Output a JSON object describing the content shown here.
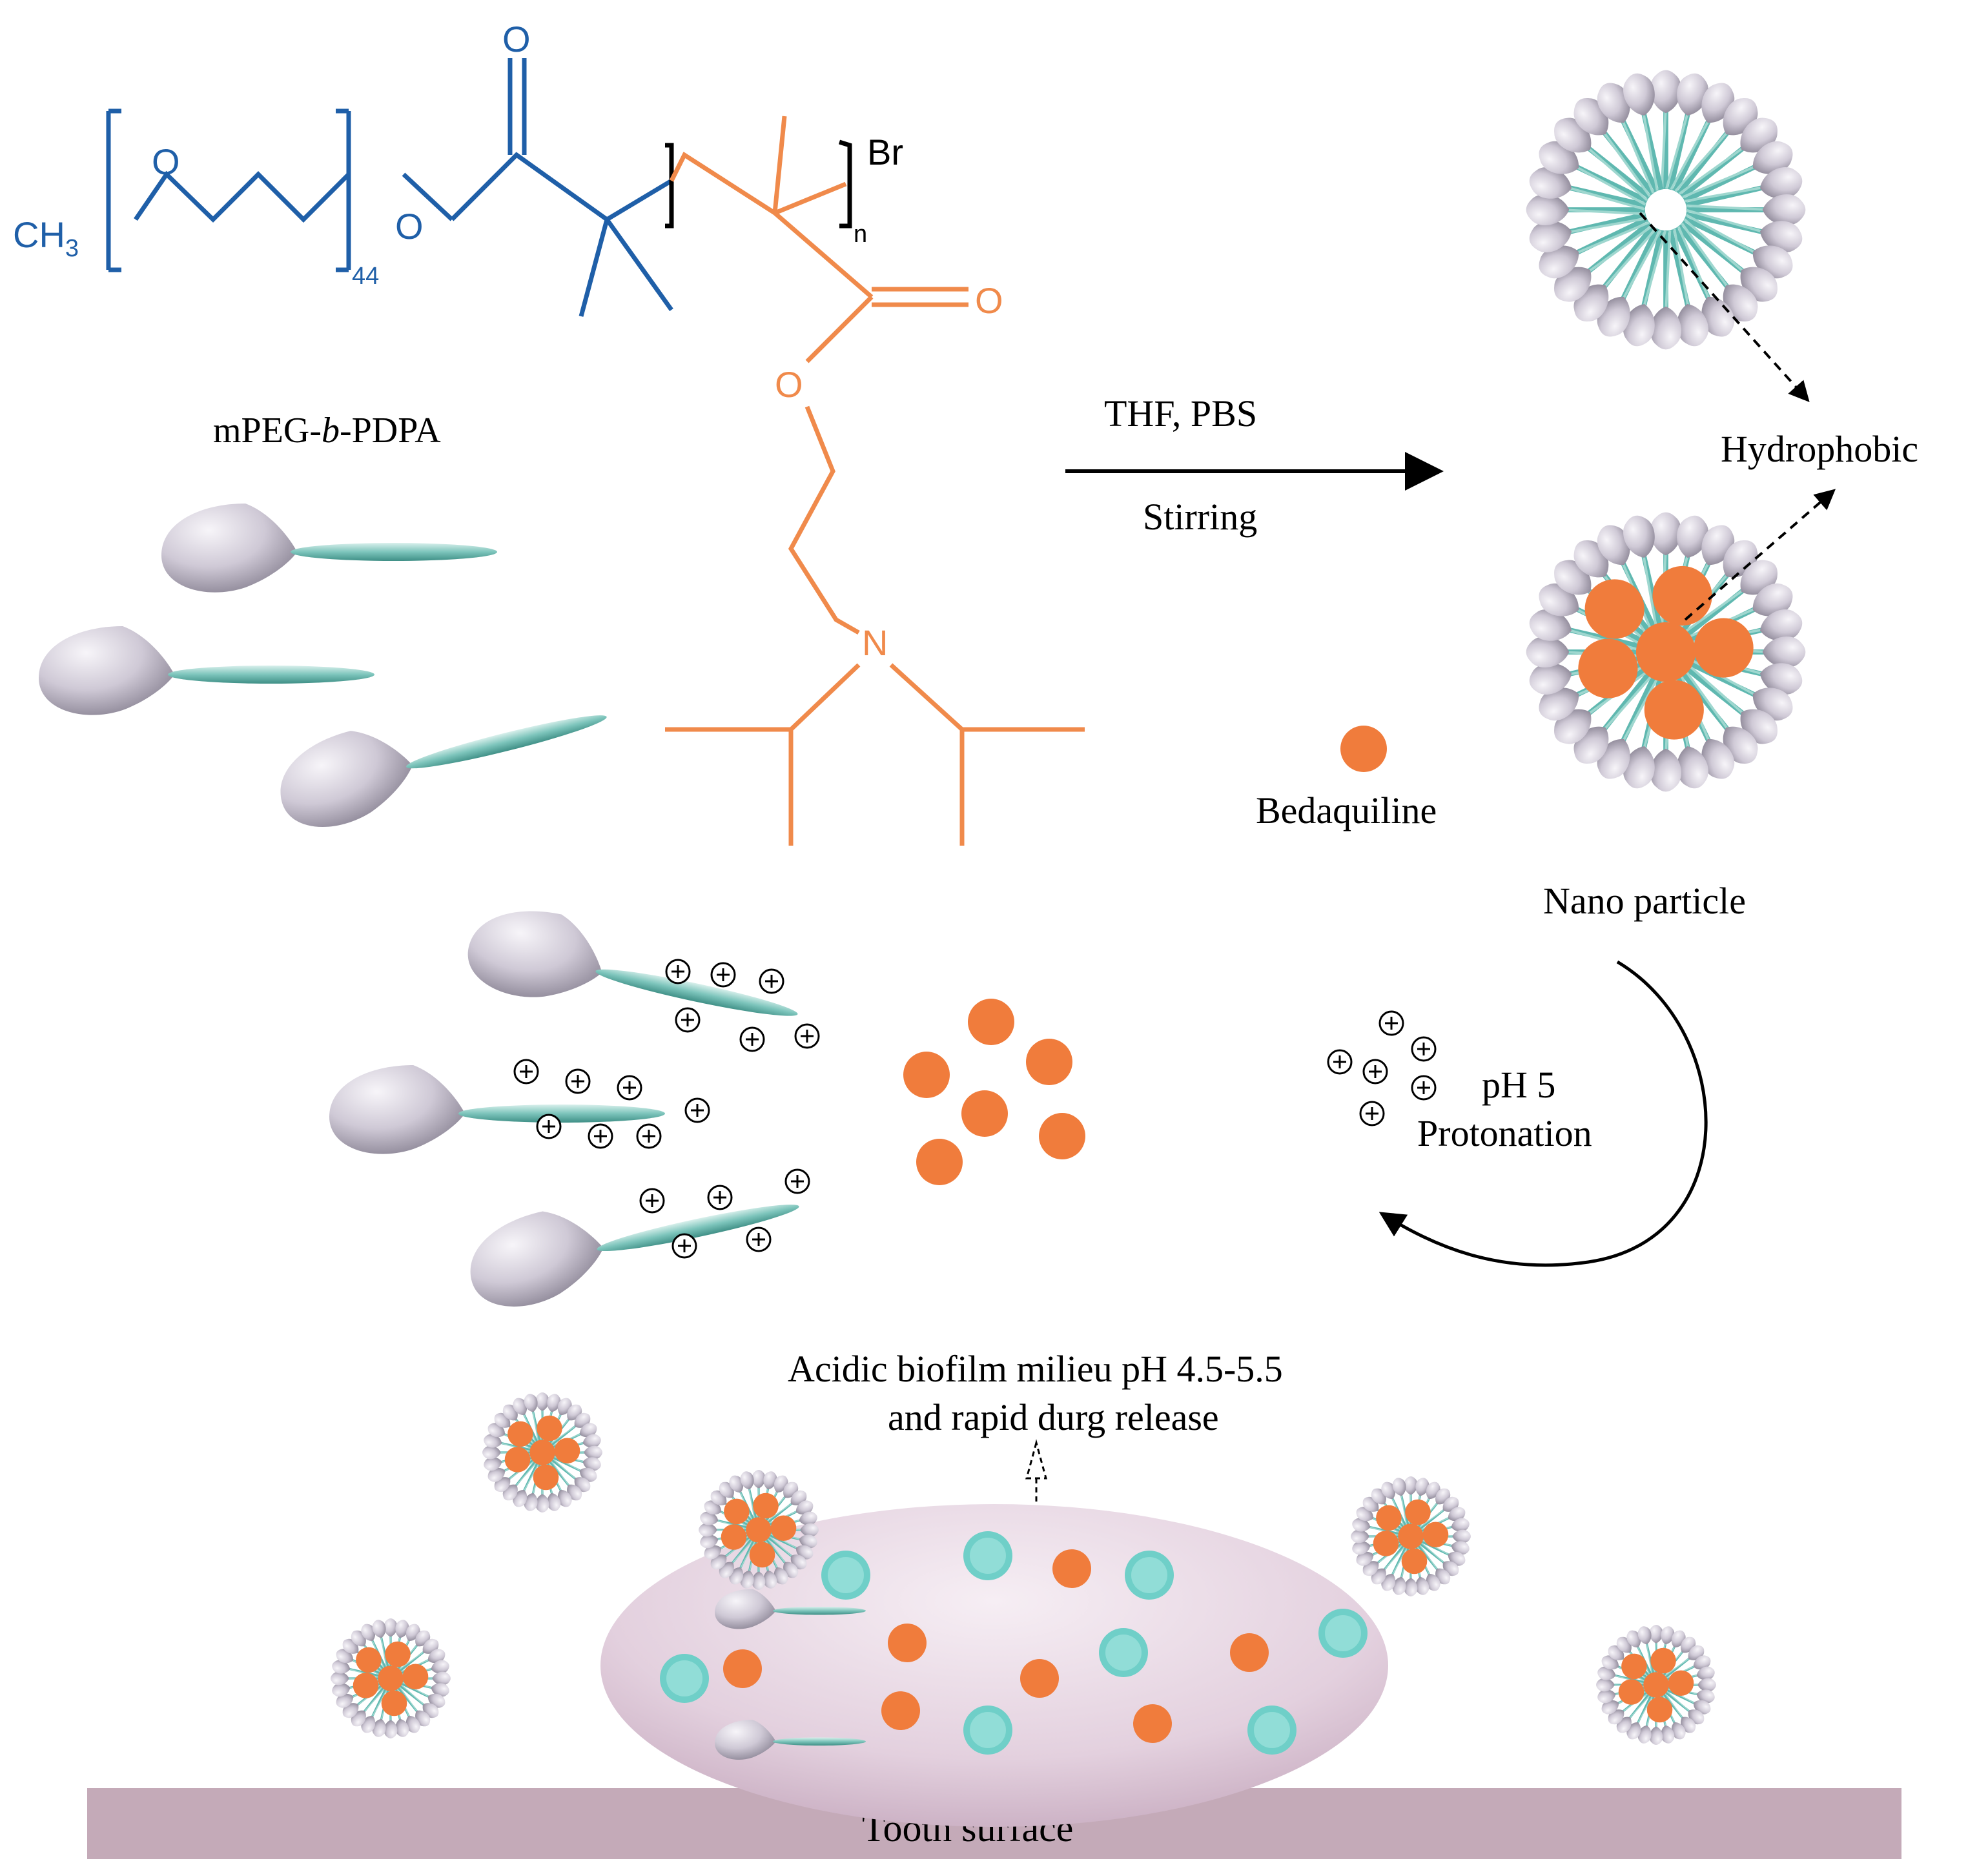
{
  "chem": {
    "o_top": "O",
    "o_ring": "O",
    "o_ester": "O",
    "ch3": "CH",
    "ch3_sub": "3",
    "sub_44": "44",
    "br": "Br",
    "sub_n": "n",
    "o_carbonyl": "O",
    "o_chain": "O",
    "n_atom": "N"
  },
  "labels": {
    "polymer_name_a": "mPEG-",
    "polymer_name_b": "b",
    "polymer_name_c": "-PDPA",
    "arrow_top": "THF, PBS",
    "arrow_bottom": "Stirring",
    "hydrophobic": "Hydrophobic",
    "bedaquiline": "Bedaquiline",
    "nano_particle": "Nano particle",
    "ph": "pH 5",
    "protonation": "Protonation",
    "acidic_line1": "Acidic biofilm milieu pH 4.5-5.5",
    "acidic_line2": "and rapid durg release",
    "tooth_surface": "Tooth surface"
  },
  "colors": {
    "peg_blue": "#1f5fa8",
    "pdpa_orange": "#f08a4b",
    "drug_orange": "#f07c3c",
    "tail_teal": "#5fb8b0",
    "head_grey": "#c9c4cf",
    "tooth": "#c4aab8",
    "biofilm": "#e8d8e4"
  }
}
